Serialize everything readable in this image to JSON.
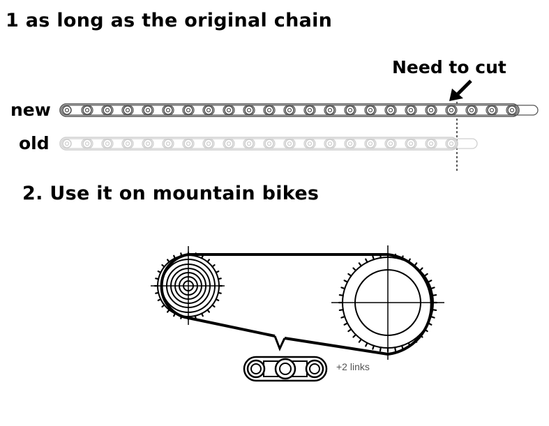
{
  "step1": {
    "title": "1 as long as the original chain"
  },
  "chains": {
    "new_label": "new",
    "old_label": "old",
    "cut_label": "Need to cut"
  },
  "step2": {
    "title": "2.  Use it on mountain bikes"
  },
  "drivetrain": {
    "extra_links_label": "+2 links"
  }
}
